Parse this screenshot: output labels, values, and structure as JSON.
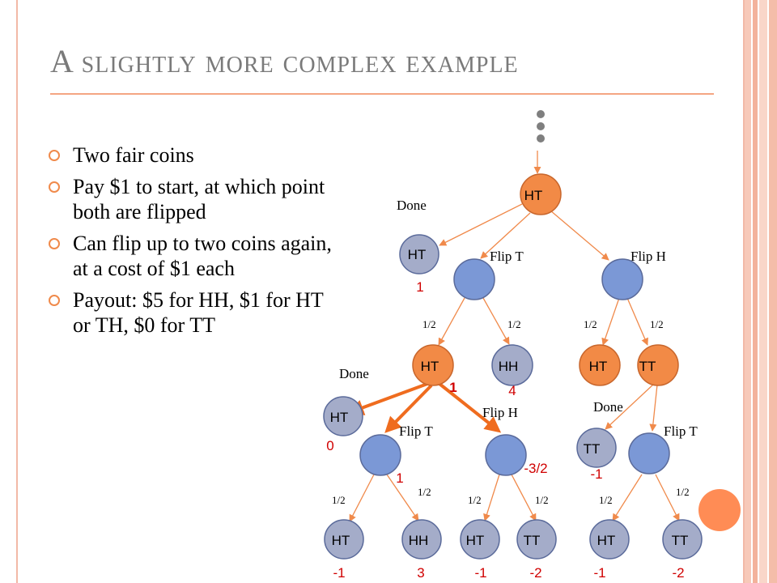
{
  "title": "A slightly more complex example",
  "bullets": [
    "Two fair coins",
    "Pay $1 to start, at which point both are flipped",
    "Can flip up to two coins again, at a cost of $1 each",
    "Payout: $5 for HH, $1 for HT or TH, $0 for TT"
  ],
  "colors": {
    "orange_node": "#f28a46",
    "blue_node": "#7b98d6",
    "gray_node": "#a4acc9",
    "edge": "#f08a4b",
    "value": "#d00000",
    "bullet": "#f08a4b"
  },
  "tree": {
    "nodes": [
      {
        "id": "root",
        "label": "HT",
        "type": "orange"
      },
      {
        "id": "done1",
        "label": "HT",
        "type": "gray",
        "value": "1"
      },
      {
        "id": "flipT1",
        "label": "",
        "type": "blue"
      },
      {
        "id": "flipH1",
        "label": "",
        "type": "blue"
      },
      {
        "id": "a_ht",
        "label": "HT",
        "type": "orange",
        "value": "1"
      },
      {
        "id": "a_hh",
        "label": "HH",
        "type": "gray",
        "value": "4"
      },
      {
        "id": "b_ht",
        "label": "HT",
        "type": "orange"
      },
      {
        "id": "b_tt",
        "label": "TT",
        "type": "orange"
      },
      {
        "id": "done2",
        "label": "HT",
        "type": "gray",
        "value": "0"
      },
      {
        "id": "flipT2",
        "label": "",
        "type": "blue",
        "value": "1"
      },
      {
        "id": "flipH2",
        "label": "",
        "type": "blue",
        "value": "-3/2"
      },
      {
        "id": "done3",
        "label": "TT",
        "type": "gray",
        "value": "-1"
      },
      {
        "id": "flipT3",
        "label": "",
        "type": "blue"
      },
      {
        "id": "l1",
        "label": "HT",
        "type": "gray",
        "value": "-1"
      },
      {
        "id": "l2",
        "label": "HH",
        "type": "gray",
        "value": "3"
      },
      {
        "id": "l3",
        "label": "HT",
        "type": "gray",
        "value": "-1"
      },
      {
        "id": "l4",
        "label": "TT",
        "type": "gray",
        "value": "-2"
      },
      {
        "id": "l5",
        "label": "HT",
        "type": "gray",
        "value": "-1"
      },
      {
        "id": "l6",
        "label": "TT",
        "type": "gray",
        "value": "-2"
      }
    ],
    "edge_labels": {
      "done": "Done",
      "flip_t": "Flip T",
      "flip_h": "Flip H",
      "half": "1/2"
    }
  }
}
